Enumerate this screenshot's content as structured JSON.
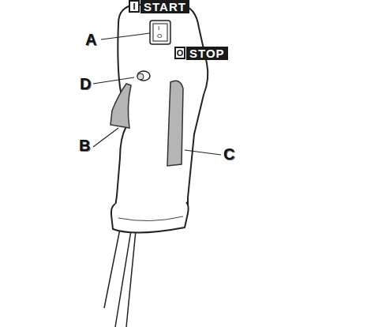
{
  "diagram": {
    "labels": [
      "I",
      "START",
      "O",
      "STOP",
      "A",
      "D",
      "B",
      "C",
      "I",
      "O"
    ]
  }
}
